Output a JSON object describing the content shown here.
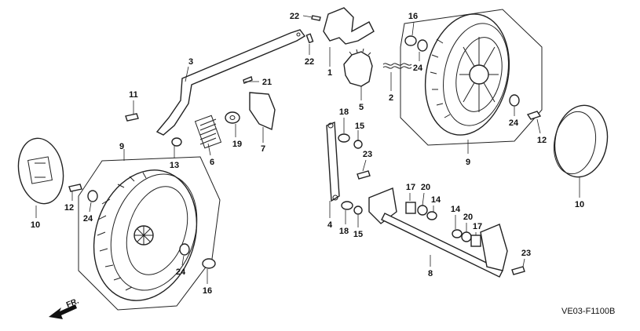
{
  "parts": [
    {
      "id": "p1",
      "number": "1"
    },
    {
      "id": "p2",
      "number": "2"
    },
    {
      "id": "p3",
      "number": "3"
    },
    {
      "id": "p4",
      "number": "4"
    },
    {
      "id": "p5",
      "number": "5"
    },
    {
      "id": "p6",
      "number": "6"
    },
    {
      "id": "p7",
      "number": "7"
    },
    {
      "id": "p8",
      "number": "8"
    },
    {
      "id": "p9a",
      "number": "9"
    },
    {
      "id": "p9b",
      "number": "9"
    },
    {
      "id": "p10a",
      "number": "10"
    },
    {
      "id": "p10b",
      "number": "10"
    },
    {
      "id": "p11",
      "number": "11"
    },
    {
      "id": "p12a",
      "number": "12"
    },
    {
      "id": "p12b",
      "number": "12"
    },
    {
      "id": "p13",
      "number": "13"
    },
    {
      "id": "p14a",
      "number": "14"
    },
    {
      "id": "p14b",
      "number": "14"
    },
    {
      "id": "p15a",
      "number": "15"
    },
    {
      "id": "p15b",
      "number": "15"
    },
    {
      "id": "p16a",
      "number": "16"
    },
    {
      "id": "p16b",
      "number": "16"
    },
    {
      "id": "p17a",
      "number": "17"
    },
    {
      "id": "p17b",
      "number": "17"
    },
    {
      "id": "p18a",
      "number": "18"
    },
    {
      "id": "p18b",
      "number": "18"
    },
    {
      "id": "p19",
      "number": "19"
    },
    {
      "id": "p20a",
      "number": "20"
    },
    {
      "id": "p20b",
      "number": "20"
    },
    {
      "id": "p21",
      "number": "21"
    },
    {
      "id": "p22a",
      "number": "22"
    },
    {
      "id": "p22b",
      "number": "22"
    },
    {
      "id": "p23a",
      "number": "23"
    },
    {
      "id": "p23b",
      "number": "23"
    },
    {
      "id": "p24a",
      "number": "24"
    },
    {
      "id": "p24b",
      "number": "24"
    },
    {
      "id": "p24c",
      "number": "24"
    },
    {
      "id": "p24d",
      "number": "24"
    }
  ],
  "direction_label": "FR.",
  "diagram_code": "VE03-F1100B"
}
